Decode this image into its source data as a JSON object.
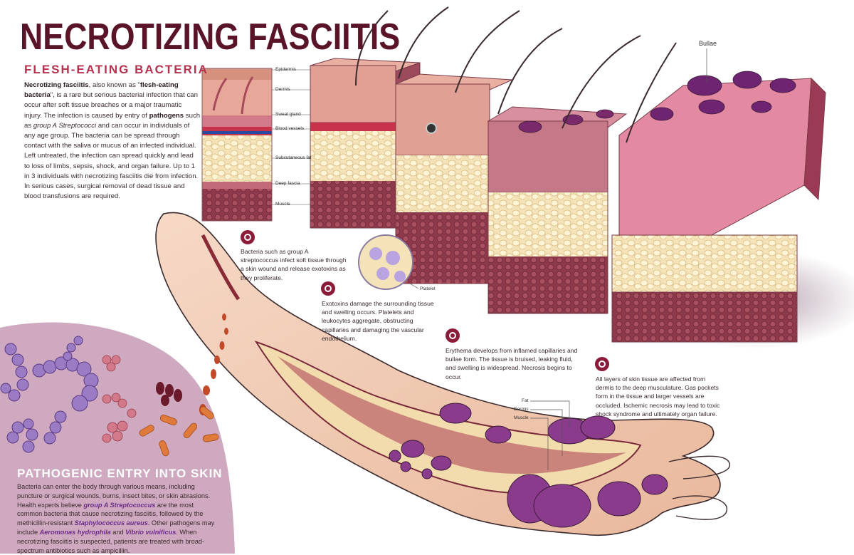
{
  "title": "NECROTIZING FASCIITIS",
  "subtitle": "FLESH-EATING BACTERIA",
  "intro": {
    "p1_bold": "Necrotizing fasciitis",
    "p1_a": ", also known as \"",
    "p1_bold2": "flesh-eating bacteria",
    "p1_b": "\", is a rare but serious bacterial infection that can occur after soft tissue breaches or a major traumatic injury. The infection is caused by entry of ",
    "p1_bold3": "pathogens",
    "p1_c": " such as ",
    "p1_italic": "group A Streptococci",
    "p1_d": " and can occur in individuals of any age group. The bacteria can be spread through contact with the saliva or mucus of an infected individual. Left untreated, the infection can spread quickly and lead to loss of limbs, sepsis, shock, and organ failure. Up to 1 in 3 individuals with necrotizing fasciitis die from infection. In serious cases, surgical removal of dead tissue and blood transfusions are required."
  },
  "layer_labels": [
    "Epidermis",
    "Dermis",
    "Sweat gland",
    "Blood vessels",
    "Subcutaneous fat",
    "Deep fascia",
    "Muscle"
  ],
  "bullae_label": "Bullae",
  "platelet_label": "Platelet",
  "hand_labels": [
    "Fat",
    "Dermis",
    "Muscle"
  ],
  "steps": [
    "Bacteria such as group A streptococcus infect soft tissue through a skin wound and release exotoxins as they proliferate.",
    "Exotoxins damage the surrounding tissue and swelling occurs. Platelets and leukocytes aggregate, obstructing capillaries and damaging the vascular endothelium.",
    "Erythema develops from inflamed capillaries and bullae form. The tissue is bruised, leaking fluid, and swelling is widespread. Necrosis begins to occur.",
    "All layers of skin tissue are affected from dermis to the deep musculature. Gas pockets form in the tissue and larger vessels are occluded. Ischemic necrosis may lead to toxic shock syndrome and ultimately organ failure."
  ],
  "entry": {
    "title": "PATHOGENIC ENTRY INTO SKIN",
    "a": "Bacteria can enter the body through various means, including puncture or surgical wounds, burns, insect bites, or skin abrasions. Health experts believe ",
    "hl1": "group A Streptococcus",
    "b": " are the most common bacteria that cause necrotizing fasciitis, followed by the methicillin-resistant ",
    "hl2": "Staphylococcus aureus",
    "c": ". Other pathogens may include ",
    "hl3": "Aeromonas hydrophila",
    "d": " and ",
    "hl4": "Vibrio vulnificus",
    "e": ". When necrotizing fasciitis is suspected, patients are treated with broad-spectrum antibiotics such as ampicillin."
  },
  "colors": {
    "title": "#5a1428",
    "accent": "#b5334f",
    "icon": "#8a1c3a",
    "pathogen_panel": "#c9a3b9",
    "highlight": "#6b2c88"
  }
}
